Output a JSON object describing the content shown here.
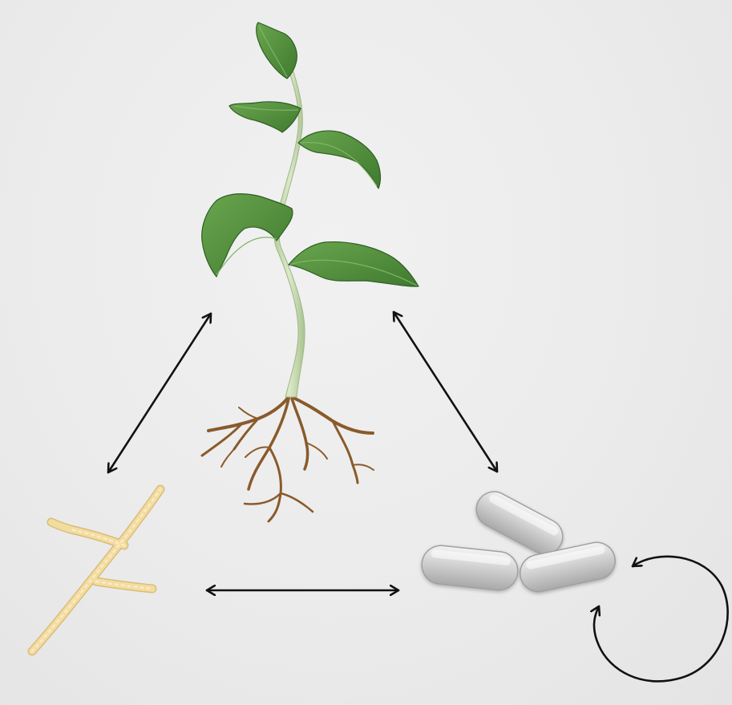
{
  "diagram": {
    "nodes": [
      {
        "id": "plant",
        "icon": "plant-with-roots-icon"
      },
      {
        "id": "fungus",
        "icon": "fungal-hypha-icon"
      },
      {
        "id": "bacteria",
        "icon": "bacteria-cells-icon"
      }
    ],
    "interactions": [
      {
        "from": "plant",
        "to": "fungus",
        "type": "bidirectional"
      },
      {
        "from": "plant",
        "to": "bacteria",
        "type": "bidirectional"
      },
      {
        "from": "fungus",
        "to": "bacteria",
        "type": "bidirectional"
      },
      {
        "from": "bacteria",
        "to": "bacteria",
        "type": "self-loop"
      }
    ],
    "colors": {
      "background": "#ebebeb",
      "leaf": "#5f9b45",
      "leaf_dark": "#3f7a30",
      "stem": "#c6dcae",
      "root": "#8a5a2b",
      "hypha": "#f1d89a",
      "bacteria": "#c8c8c8",
      "arrow": "#111111"
    }
  }
}
